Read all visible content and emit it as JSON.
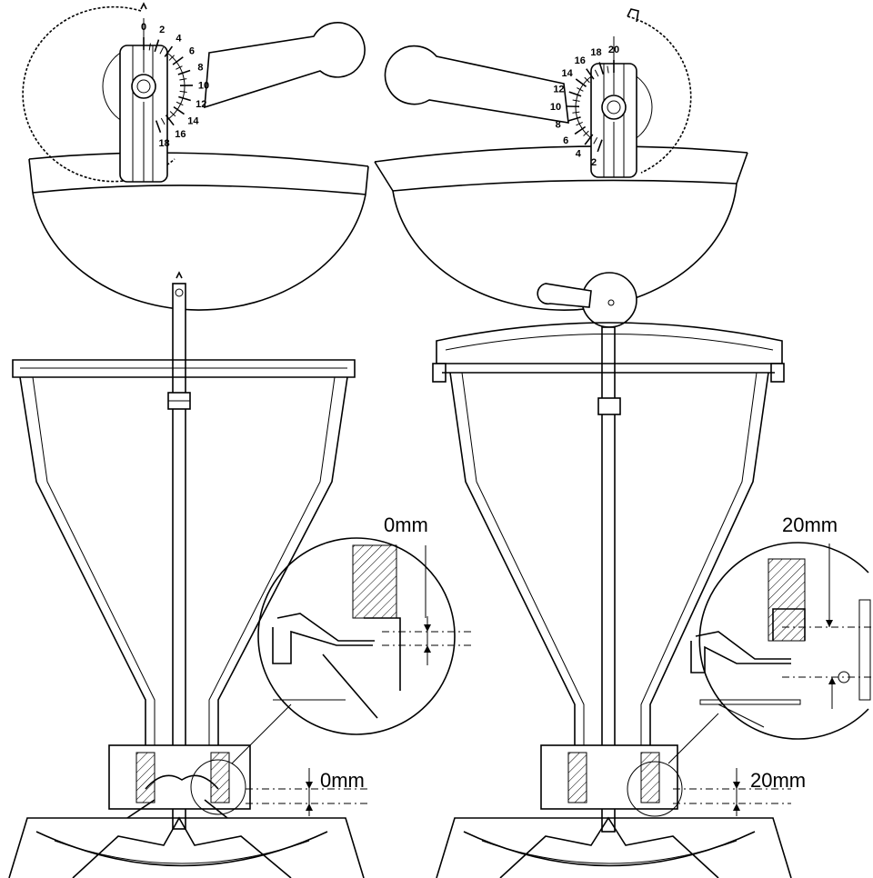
{
  "left_assembly": {
    "dial_ticks": [
      "0",
      "2",
      "4",
      "6",
      "8",
      "10",
      "12",
      "14",
      "16",
      "18"
    ],
    "detail_dimension": "0mm",
    "base_dimension": "0mm"
  },
  "right_assembly": {
    "dial_ticks": [
      "2",
      "4",
      "6",
      "8",
      "10",
      "12",
      "14",
      "16",
      "18",
      "20"
    ],
    "detail_dimension": "20mm",
    "base_dimension": "20mm"
  }
}
